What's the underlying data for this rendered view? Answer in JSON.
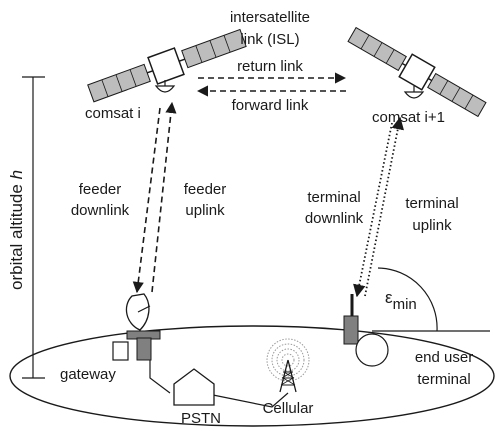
{
  "labels": {
    "isl_line1": "intersatellite",
    "isl_line2": "link (ISL)",
    "return_link": "return link",
    "forward_link": "forward link",
    "comsat_left": "comsat i",
    "comsat_right": "comsat i+1",
    "orbital_altitude": "orbital altitude",
    "orbital_altitude_symbol": "h",
    "feeder_downlink_1": "feeder",
    "feeder_downlink_2": "downlink",
    "feeder_uplink_1": "feeder",
    "feeder_uplink_2": "uplink",
    "terminal_downlink_1": "terminal",
    "terminal_downlink_2": "downlink",
    "terminal_uplink_1": "terminal",
    "terminal_uplink_2": "uplink",
    "epsilon_symbol": "ε",
    "epsilon_subscript": "min",
    "gateway": "gateway",
    "pstn": "PSTN",
    "cellular": "Cellular",
    "end_user_1": "end user",
    "end_user_2": "terminal"
  },
  "colors": {
    "line": "#1a1a1a",
    "panel_fill": "#bdbdbd",
    "box_fill": "#808080",
    "tower_rings": "#9a9a9a"
  },
  "icons": {
    "satellite": "satellite-icon",
    "dish": "dish-antenna-icon",
    "tower": "cell-tower-icon",
    "house": "house-icon"
  }
}
